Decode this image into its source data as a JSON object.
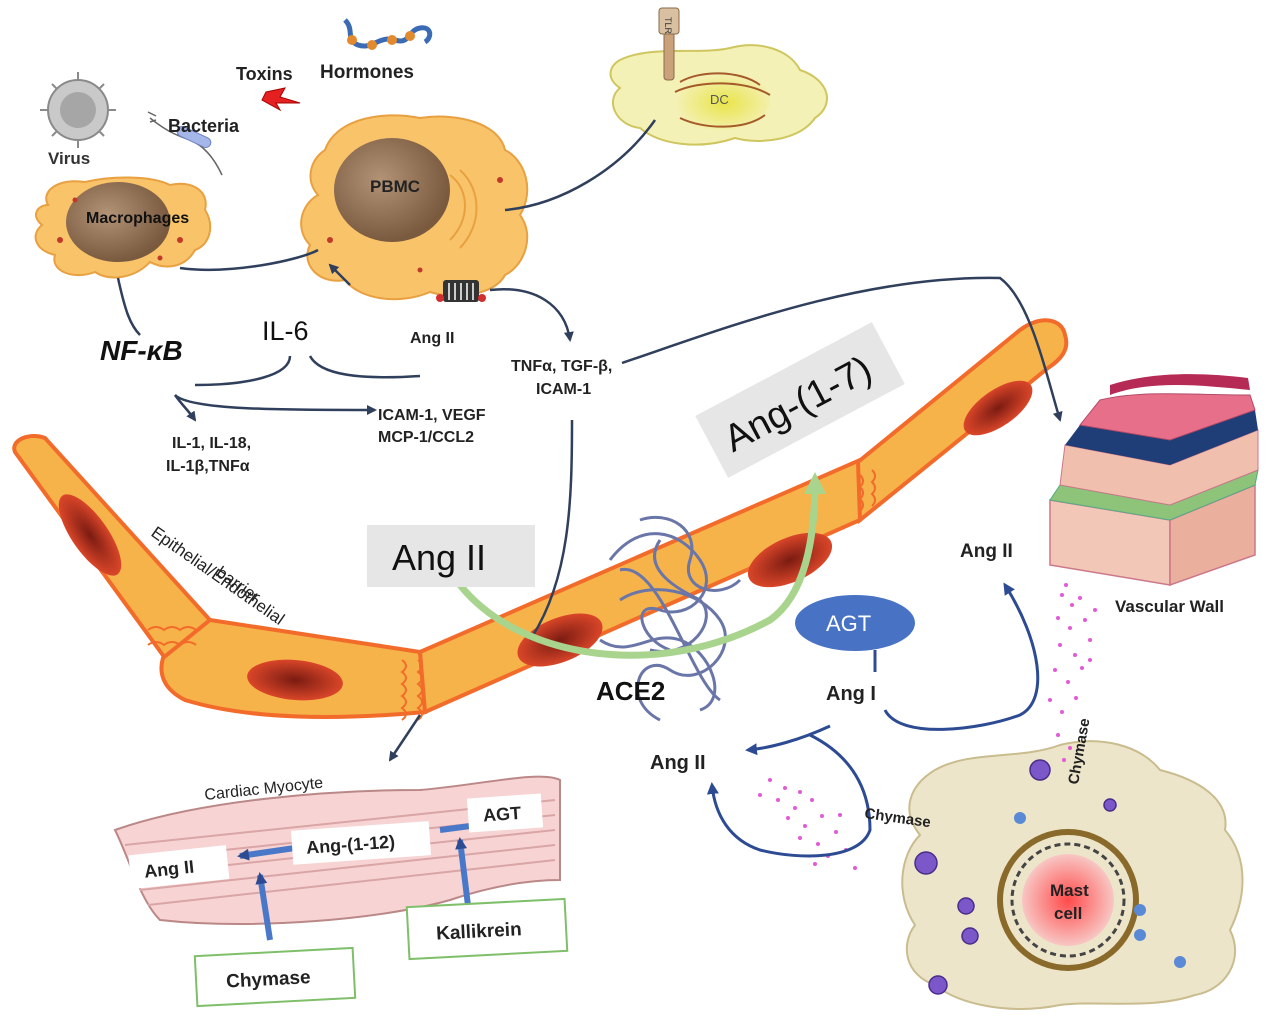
{
  "pathogens": {
    "virus": "Virus",
    "bacteria": "Bacteria",
    "toxins": "Toxins",
    "hormones": "Hormones"
  },
  "cells": {
    "macrophages": "Macrophages",
    "pbmc": "PBMC",
    "dc": "DC",
    "tlr": "TLR",
    "mast_cell_line1": "Mast",
    "mast_cell_line2": "cell"
  },
  "signals": {
    "nfkb": "NF-κB",
    "il6": "IL-6",
    "ang2_receptor": "Ang II",
    "tnf_line1": "TNFα, TGF-β,",
    "tnf_line2": "ICAM-1",
    "icam_line1": "ICAM-1, VEGF",
    "icam_line2": "MCP-1/CCL2",
    "il_line1": "IL-1, IL-18,",
    "il_line2": "IL-1β,TNFα"
  },
  "barrier": {
    "label_line1": "Epithelial/Endothelial",
    "label_line2": "barrier",
    "ang2_box": "Ang II",
    "ang17_box": "Ang-(1-7)",
    "ace2": "ACE2"
  },
  "vascular": {
    "label": "Vascular Wall",
    "ang2": "Ang II"
  },
  "raas": {
    "agt": "AGT",
    "ang1": "Ang I",
    "ang2": "Ang II",
    "chymase_left": "Chymase",
    "chymase_top": "Chymase"
  },
  "myocyte": {
    "label": "Cardiac Myocyte",
    "ang2": "Ang II",
    "ang112": "Ang-(1-12)",
    "agt": "AGT",
    "chymase": "Chymase",
    "kallikrein": "Kallikrein"
  },
  "colors": {
    "cell_fill": "#f9c36a",
    "barrier_fill": "#f6b34a",
    "barrier_outline": "#f26b2a",
    "arrow_dark": "#2f3f5c",
    "arrow_blue": "#2d4b93",
    "arrow_green": "#a9d48e",
    "agt_ellipse": "#4873c4",
    "chymase_dots": "#e25ad8",
    "enzyme_box_border": "#7fbf6a"
  }
}
